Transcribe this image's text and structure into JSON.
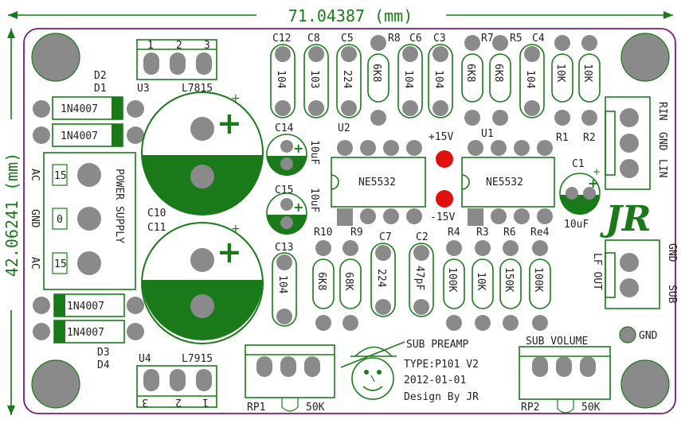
{
  "dimensions": {
    "width_label": "71.04387 (mm)",
    "height_label": "42.06241 (mm)"
  },
  "colors": {
    "silkscreen": "#1a7a1a",
    "pad": "#8a8a8a",
    "board_outline": "#7a1a7a",
    "led": "#e01010"
  },
  "title_block": {
    "line1": "SUB PREAMP",
    "line2": "TYPE:P101 V2",
    "line3": "2012-01-01",
    "line4": "Design By JR"
  },
  "logo": "JR",
  "power": {
    "label": "POWER SUPPLY",
    "pins": [
      "15",
      "0",
      "15"
    ],
    "side_labels": [
      "AC",
      "GND",
      "AC"
    ]
  },
  "diodes": [
    {
      "ref": "D2",
      "part": "1N4007"
    },
    {
      "ref": "D1",
      "part": "1N4007"
    },
    {
      "ref": "D3",
      "part": "1N4007"
    },
    {
      "ref": "D4",
      "part": "1N4007"
    }
  ],
  "regulators": [
    {
      "ref": "U3",
      "part": "L7815",
      "pins": [
        "1",
        "2",
        "3"
      ]
    },
    {
      "ref": "U4",
      "part": "L7915",
      "pins": [
        "3",
        "2",
        "1"
      ]
    }
  ],
  "big_caps": [
    {
      "ref": "C10",
      "sign": "+"
    },
    {
      "ref": "C11",
      "sign": "+"
    }
  ],
  "top_caps": [
    {
      "ref": "C12",
      "value": "104"
    },
    {
      "ref": "C8",
      "value": "103"
    },
    {
      "ref": "C5",
      "value": "224"
    },
    {
      "ref": "R8",
      "value": "6K8"
    },
    {
      "ref": "C6",
      "value": "104"
    },
    {
      "ref": "C3",
      "value": "104"
    },
    {
      "ref": "R7",
      "value": "6K8"
    },
    {
      "ref": "R5",
      "value": "6K8"
    },
    {
      "ref": "C4",
      "value": "104"
    },
    {
      "ref": "R1",
      "value": "10K"
    },
    {
      "ref": "R2",
      "value": "10K"
    }
  ],
  "small_elcaps": [
    {
      "ref": "C14",
      "value": "10uF"
    },
    {
      "ref": "C15",
      "value": "10uF"
    },
    {
      "ref": "C1",
      "value": "10uF"
    }
  ],
  "ics": [
    {
      "ref": "U2",
      "part": "NE5532"
    },
    {
      "ref": "U1",
      "part": "NE5532"
    }
  ],
  "leds": [
    "+15V",
    "-15V"
  ],
  "bottom_parts": [
    {
      "ref": "C13",
      "value": "104"
    },
    {
      "ref": "R10",
      "value": "6K8"
    },
    {
      "ref": "R9",
      "value": "68K"
    },
    {
      "ref": "C7",
      "value": "224"
    },
    {
      "ref": "C2",
      "value": "47pF"
    },
    {
      "ref": "R4",
      "value": "100K"
    },
    {
      "ref": "R3",
      "value": "10K"
    },
    {
      "ref": "R6",
      "value": "150K"
    },
    {
      "ref": "Re4",
      "value": "100K"
    }
  ],
  "input_connector": {
    "labels": [
      "RIN",
      "GND",
      "LIN"
    ]
  },
  "output_connector": {
    "labels": [
      "LF OUT",
      "GND",
      "SUB"
    ]
  },
  "gnd_pad": "GND",
  "pots": [
    {
      "ref": "RP1",
      "value": "50K",
      "label": ""
    },
    {
      "ref": "RP2",
      "value": "50K",
      "label": "SUB VOLUME"
    }
  ]
}
